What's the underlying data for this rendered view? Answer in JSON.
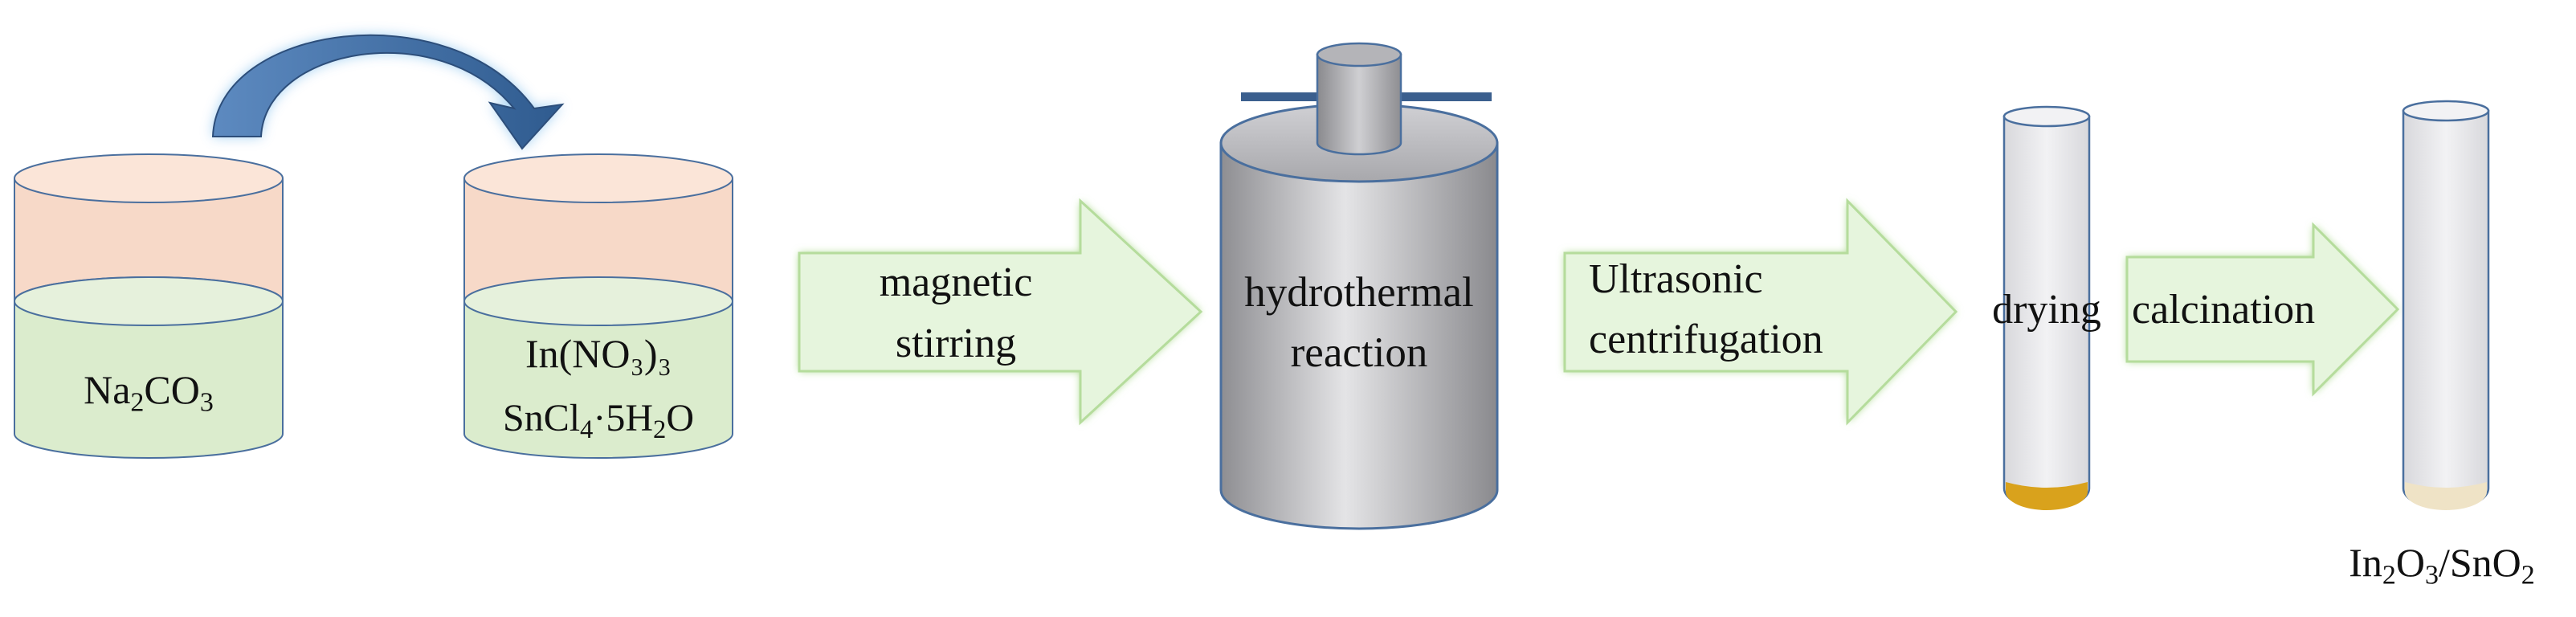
{
  "steps": {
    "beaker1": {
      "formula": [
        "Na",
        "2",
        "CO",
        "3"
      ]
    },
    "beaker2": {
      "line1": "In(NO₃)₃",
      "line2": [
        "SnCl",
        "4",
        "·5H",
        "2",
        "O"
      ]
    },
    "arrow1": {
      "line1": "magnetic",
      "line2": "stirring"
    },
    "reactor": {
      "line1": "hydrothermal",
      "line2": "reaction"
    },
    "arrow2": {
      "line1": "Ultrasonic",
      "line2": "centrifugation"
    },
    "tube1": {
      "label": "drying"
    },
    "arrow3": {
      "label": "calcination"
    },
    "product": {
      "formula": [
        "In",
        "2",
        "O",
        "3",
        "/SnO",
        "2"
      ]
    }
  },
  "colors": {
    "liquid": "#dbeccd",
    "headspace": "#f7d9c8",
    "outline": "#4a6f9e",
    "arrow_fill": "#e6f5dd",
    "arrow_glow": "#a9d98a",
    "reactor_body": "#b8b8bc",
    "tube_fill": "#e8e8ec",
    "precipitate_dried": "#d9a21c",
    "precipitate_calcined": "#efe3c6",
    "transfer_arrow": "#3e6aa0"
  }
}
